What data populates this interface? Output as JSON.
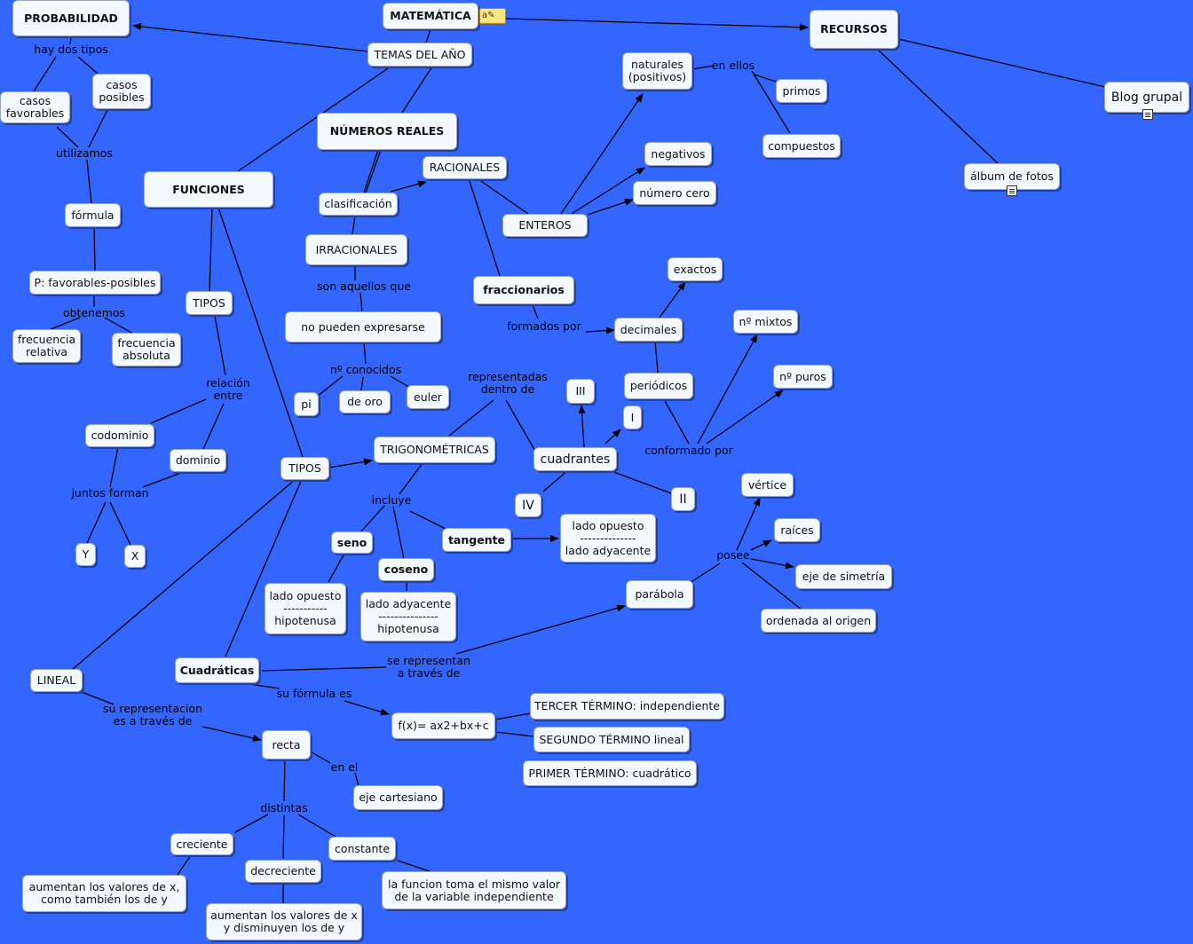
{
  "nodes": [
    {
      "id": "matematica",
      "text": "MATEMÁTICA",
      "bold": true
    },
    {
      "id": "probabilidad",
      "text": "PROBABILIDAD",
      "bold": true
    },
    {
      "id": "recursos",
      "text": "RECURSOS",
      "bold": true
    },
    {
      "id": "blog",
      "text": "Blog grupal"
    },
    {
      "id": "album",
      "text": "álbum de fotos"
    },
    {
      "id": "temas",
      "text": "TEMAS DEL AÑO"
    },
    {
      "id": "numeros_reales",
      "text": "NÚMEROS REALES",
      "bold": true
    },
    {
      "id": "funciones",
      "text": "FUNCIONES",
      "bold": true
    },
    {
      "id": "casos_favorables",
      "text": "casos\nfavorables"
    },
    {
      "id": "casos_posibles",
      "text": "casos\nposibles"
    },
    {
      "id": "formula",
      "text": "fórmula"
    },
    {
      "id": "p_fav",
      "text": "P: favorables-posibles"
    },
    {
      "id": "frec_rel",
      "text": "frecuencia\nrelativa"
    },
    {
      "id": "frec_abs",
      "text": "frecuencia\nabsoluta"
    },
    {
      "id": "naturales",
      "text": "naturales\n(positivos)"
    },
    {
      "id": "primos",
      "text": "primos"
    },
    {
      "id": "compuestos",
      "text": "compuestos"
    },
    {
      "id": "negativos",
      "text": "negativos"
    },
    {
      "id": "numero_cero",
      "text": "número cero"
    },
    {
      "id": "racionales",
      "text": "RACIONALES"
    },
    {
      "id": "enteros",
      "text": "ENTEROS"
    },
    {
      "id": "clasificacion",
      "text": "clasificación"
    },
    {
      "id": "irracionales",
      "text": "IRRACIONALES"
    },
    {
      "id": "fraccionarios",
      "text": "fraccionarios",
      "bold": true
    },
    {
      "id": "exactos",
      "text": "exactos"
    },
    {
      "id": "decimales",
      "text": "decimales"
    },
    {
      "id": "periodicos",
      "text": "periódicos"
    },
    {
      "id": "n_mixtos",
      "text": "nº mixtos"
    },
    {
      "id": "n_puros",
      "text": "nº puros"
    },
    {
      "id": "no_pueden",
      "text": "no pueden expresarse"
    },
    {
      "id": "pi",
      "text": "pi"
    },
    {
      "id": "de_oro",
      "text": "de oro"
    },
    {
      "id": "euler",
      "text": "euler"
    },
    {
      "id": "tipos1",
      "text": "TIPOS"
    },
    {
      "id": "codominio",
      "text": "codominio"
    },
    {
      "id": "dominio",
      "text": "dominio"
    },
    {
      "id": "y",
      "text": "Y"
    },
    {
      "id": "x",
      "text": "X"
    },
    {
      "id": "tipos2",
      "text": "TIPOS"
    },
    {
      "id": "trigonometricas",
      "text": "TRIGONOMÉTRICAS"
    },
    {
      "id": "iii",
      "text": "III"
    },
    {
      "id": "i",
      "text": "I"
    },
    {
      "id": "cuadrantes",
      "text": "cuadrantes",
      "big": true
    },
    {
      "id": "iv",
      "text": "IV",
      "big": true
    },
    {
      "id": "ii",
      "text": "II",
      "big": true
    },
    {
      "id": "seno",
      "text": "seno",
      "bold": true
    },
    {
      "id": "tangente",
      "text": "tangente",
      "bold": true
    },
    {
      "id": "coseno",
      "text": "coseno",
      "bold": true
    },
    {
      "id": "lado_op_ady",
      "text": "lado opuesto\n--------------\nlado adyacente"
    },
    {
      "id": "lado_op_hip",
      "text": "lado opuesto\n-----------\nhipotenusa"
    },
    {
      "id": "lado_ady_hip",
      "text": "lado adyacente\n---------------\nhipotenusa"
    },
    {
      "id": "vertice",
      "text": "vértice"
    },
    {
      "id": "raices",
      "text": "raíces"
    },
    {
      "id": "eje_simetria",
      "text": "eje de simetría"
    },
    {
      "id": "ordenada",
      "text": "ordenada al origen"
    },
    {
      "id": "parabola",
      "text": "parábola"
    },
    {
      "id": "lineal",
      "text": "LINEAL"
    },
    {
      "id": "cuadraticas",
      "text": "Cuadráticas",
      "bold": true
    },
    {
      "id": "fx",
      "text": "f(x)= ax2+bx+c"
    },
    {
      "id": "tercer",
      "text": "TERCER TÉRMINO: independiente"
    },
    {
      "id": "segundo",
      "text": "SEGUNDO TÉRMINO lineal"
    },
    {
      "id": "primer",
      "text": "PRIMER TÉRMINO: cuadrático"
    },
    {
      "id": "recta",
      "text": "recta"
    },
    {
      "id": "eje_cartesiano",
      "text": "eje cartesiano"
    },
    {
      "id": "creciente",
      "text": "creciente"
    },
    {
      "id": "decreciente",
      "text": "decreciente"
    },
    {
      "id": "constante",
      "text": "constante"
    },
    {
      "id": "aumentan_xy",
      "text": "aumentan los valores de x,\ncomo también los de y"
    },
    {
      "id": "aumentan_x_dis",
      "text": "aumentan los valores de x\ny disminuyen los de y"
    },
    {
      "id": "funcion_constante",
      "text": "la funcion toma el mismo valor\nde la variable independiente"
    }
  ],
  "labels": [
    {
      "id": "hay_dos_tipos",
      "text": "hay dos tipos"
    },
    {
      "id": "utilizamos",
      "text": "utilizamos"
    },
    {
      "id": "obtenemos",
      "text": "obtenemos"
    },
    {
      "id": "en_ellos",
      "text": "en ellos"
    },
    {
      "id": "son_aquellos",
      "text": "son aquellos que"
    },
    {
      "id": "formados_por",
      "text": "formados por"
    },
    {
      "id": "n_conocidos",
      "text": "nº conocidos"
    },
    {
      "id": "relacion_entre",
      "text": "relación\nentre"
    },
    {
      "id": "juntos_forman",
      "text": "juntos forman"
    },
    {
      "id": "representadas",
      "text": "representadas\ndentro de"
    },
    {
      "id": "conformado_por",
      "text": "conformado por"
    },
    {
      "id": "incluye",
      "text": "incluye"
    },
    {
      "id": "posee",
      "text": "posee"
    },
    {
      "id": "se_representan",
      "text": "se representan\na través de"
    },
    {
      "id": "su_formula",
      "text": "su fórmula es"
    },
    {
      "id": "su_representacion",
      "text": "su representacion\nes a través de"
    },
    {
      "id": "en_el",
      "text": "en el"
    },
    {
      "id": "distintas",
      "text": "distintas"
    }
  ],
  "colors": {
    "background": "#3366ff",
    "node": "#f4f9ff",
    "line": "#000000"
  },
  "icons": {
    "note": "note-icon",
    "resource": "resource-page-icon"
  }
}
